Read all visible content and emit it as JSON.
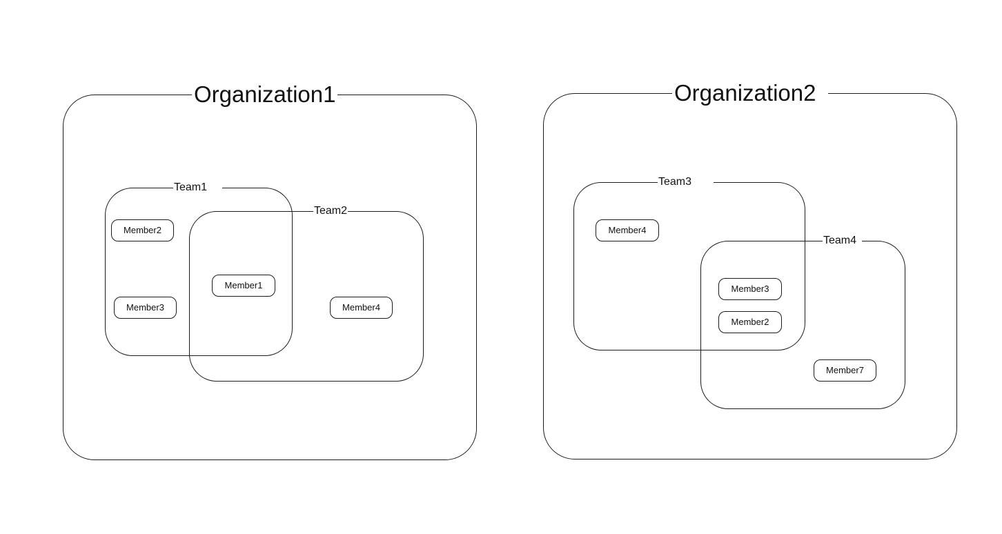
{
  "org1": {
    "title": "Organization1",
    "team1": {
      "label": "Team1",
      "members": [
        "Member2",
        "Member3"
      ]
    },
    "team2": {
      "label": "Team2",
      "members": [
        "Member4"
      ]
    },
    "shared_members": [
      "Member1"
    ]
  },
  "org2": {
    "title": "Organization2",
    "team3": {
      "label": "Team3",
      "members": [
        "Member4"
      ]
    },
    "team4": {
      "label": "Team4",
      "members": [
        "Member7"
      ]
    },
    "shared_members": [
      "Member3",
      "Member2"
    ]
  }
}
